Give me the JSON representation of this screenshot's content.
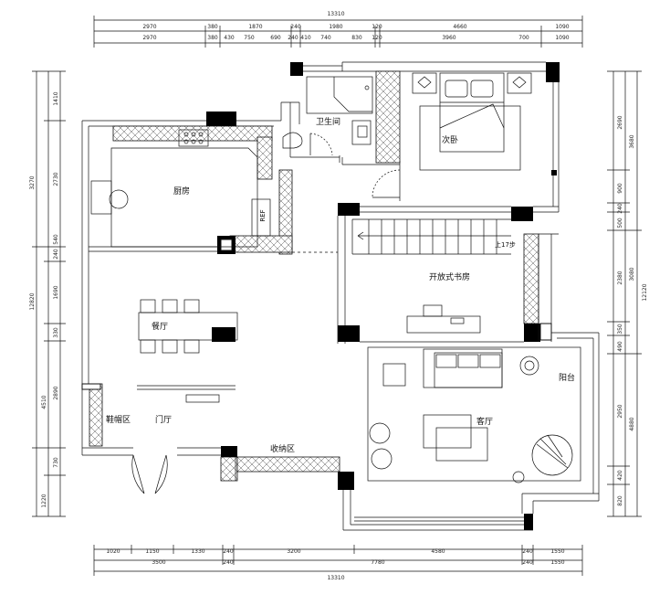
{
  "rooms": {
    "bathroom": "卫生间",
    "bedroom": "次卧",
    "kitchen": "厨房",
    "fridge": "REF",
    "stairs": "上17步",
    "study": "开放式书房",
    "dining": "餐厅",
    "balcony": "阳台",
    "living": "客厅",
    "shoe": "鞋帽区",
    "foyer": "门厅",
    "storage": "收纳区"
  },
  "dims": {
    "top_total": "13310",
    "top_row1": [
      "2970",
      "380",
      "1870",
      "240",
      "1980",
      "120",
      "4660",
      "1090"
    ],
    "top_row2": [
      "2970",
      "380",
      "430",
      "750",
      "690",
      "240",
      "410",
      "740",
      "830",
      "120",
      "3960",
      "700",
      "1090"
    ],
    "bottom_row1": [
      "1020",
      "1150",
      "1330",
      "240",
      "3200",
      "4580",
      "240",
      "1550"
    ],
    "bottom_row2": [
      "3500",
      "240",
      "7780",
      "240",
      "1550"
    ],
    "bottom_total": "13310",
    "left_outer": [
      "3270",
      "12820",
      "4510",
      "1220"
    ],
    "left_inner": [
      "1410",
      "2730",
      "540",
      "240",
      "1690",
      "330",
      "2890",
      "730"
    ],
    "right_inner": [
      "2690",
      "900",
      "240",
      "500",
      "2380",
      "350",
      "490",
      "2950",
      "420",
      "820"
    ],
    "right_outer": [
      "3680",
      "3080",
      "12120",
      "4880"
    ]
  }
}
